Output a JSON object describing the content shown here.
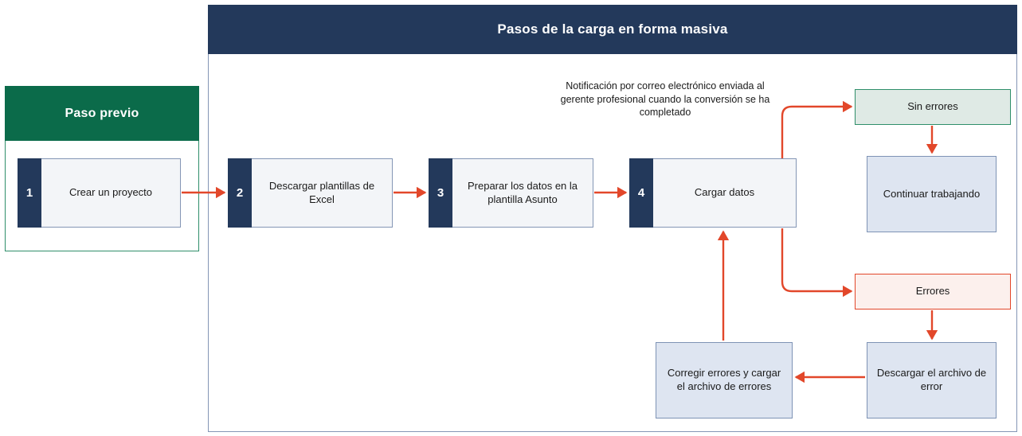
{
  "diagram": {
    "title": "Pasos de la carga en forma masiva",
    "previous_step_panel": {
      "header": "Paso previo",
      "step": {
        "number": "1",
        "label": "Crear un proyecto"
      }
    },
    "steps": [
      {
        "number": "2",
        "label": "Descargar plantillas de Excel"
      },
      {
        "number": "3",
        "label": "Preparar los datos en la plantilla Asunto"
      },
      {
        "number": "4",
        "label": "Cargar datos"
      }
    ],
    "annotation": "Notificación por correo electrónico enviada al gerente profesional cuando la conversión se ha completado",
    "outcomes": {
      "success": {
        "label": "Sin errores",
        "next": "Continuar trabajando"
      },
      "failure": {
        "label": "Errores",
        "next": "Descargar el archivo de error",
        "remediation": "Corregir errores y cargar el archivo de errores"
      }
    },
    "colors": {
      "header_navy": "#23395b",
      "header_green": "#0b6b4a",
      "arrow_red": "#e2472a",
      "box_blue_fill": "#dee5f1",
      "box_blue_border": "#7e93b5",
      "box_green_fill": "#dfeae5",
      "box_green_border": "#2f8f6a",
      "box_pink_fill": "#fcf0ed",
      "box_pink_border": "#e2472a",
      "step_fill": "#f3f5f8"
    }
  }
}
